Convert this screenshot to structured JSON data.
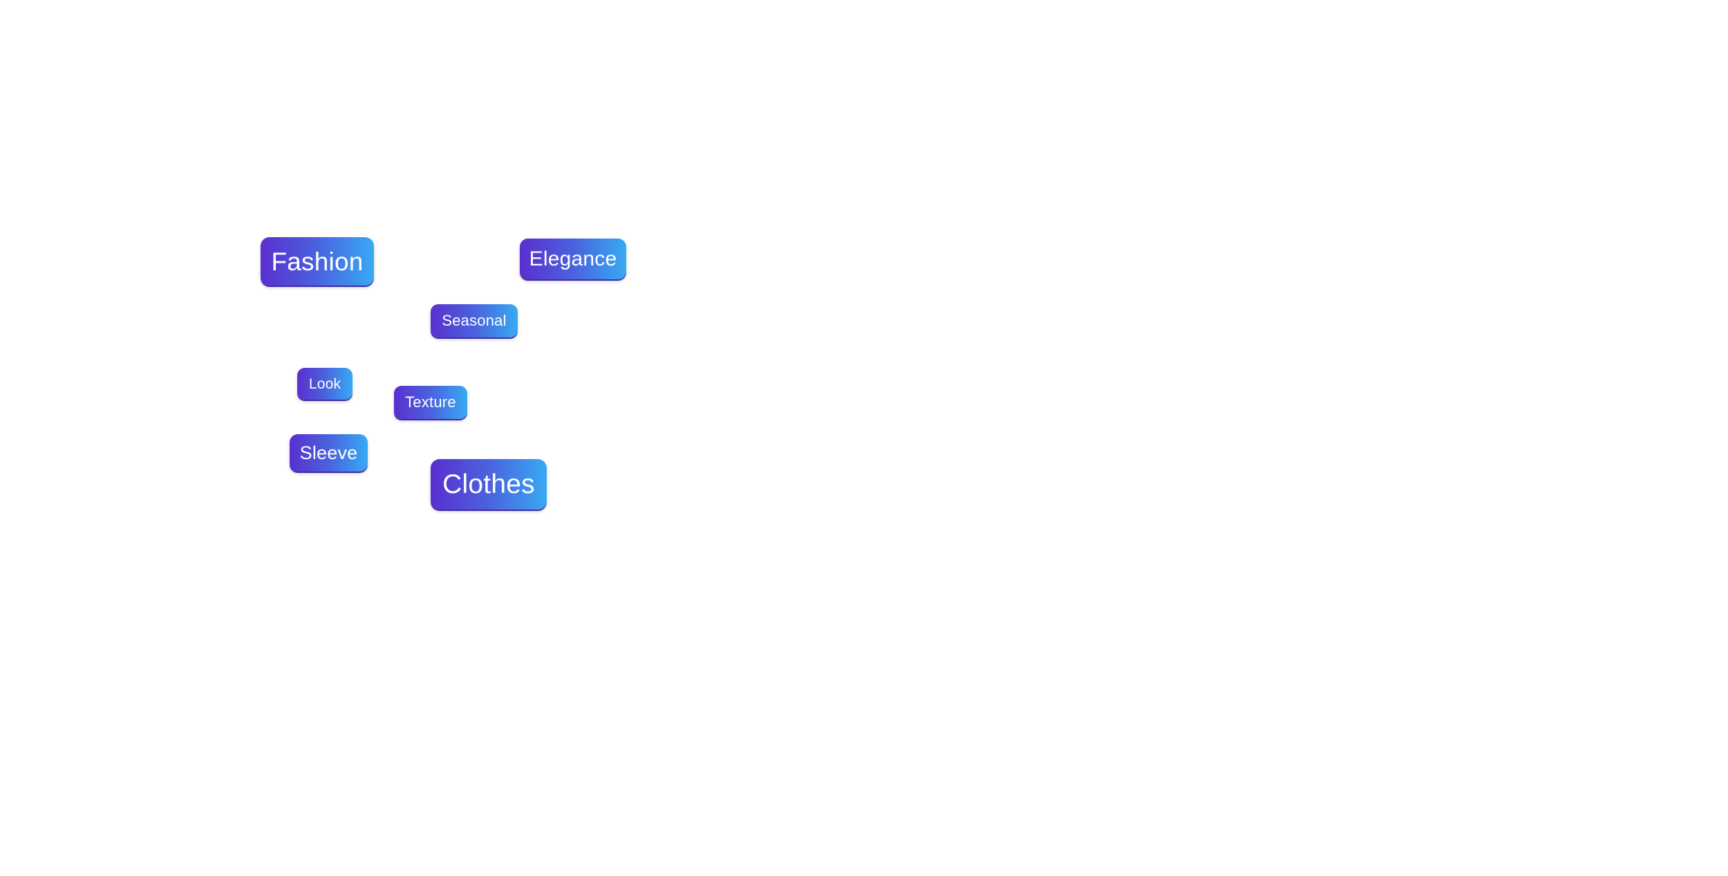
{
  "word_cloud": {
    "tags": [
      {
        "label": "Fashion"
      },
      {
        "label": "Elegance"
      },
      {
        "label": "Seasonal"
      },
      {
        "label": "Look"
      },
      {
        "label": "Texture"
      },
      {
        "label": "Sleeve"
      },
      {
        "label": "Clothes"
      }
    ]
  },
  "colors": {
    "background": "#ffffff",
    "tag_gradient_start": "#5a2fcf",
    "tag_gradient_end": "#37aaf3",
    "tag_text": "#ffffff"
  }
}
